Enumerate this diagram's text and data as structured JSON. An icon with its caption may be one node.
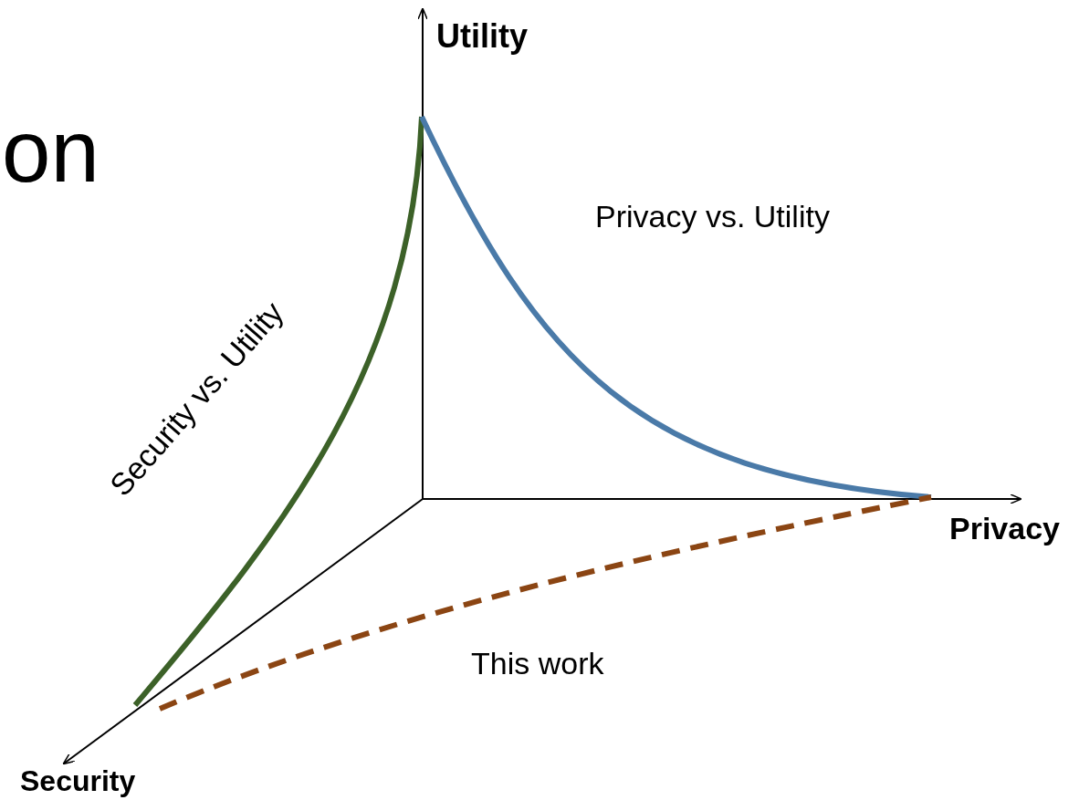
{
  "diagram": {
    "labels": [
      "on",
      "Utility",
      "Privacy vs. Utility",
      "Security vs. Utility",
      "Privacy",
      "This work",
      "Security"
    ]
  }
}
